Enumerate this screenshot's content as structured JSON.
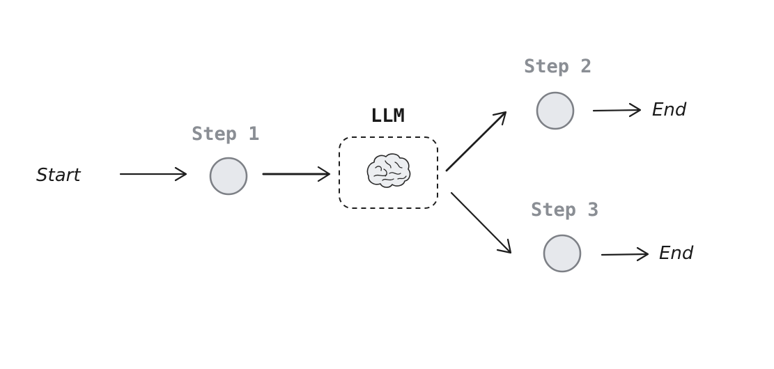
{
  "diagram": {
    "start_label": "Start",
    "llm_label": "LLM",
    "llm_icon": "brain-icon",
    "steps": {
      "step1": "Step 1",
      "step2": "Step 2",
      "step3": "Step 3"
    },
    "end_labels": {
      "top": "End",
      "bottom": "End"
    },
    "colors": {
      "node_fill": "#e6e8ec",
      "node_stroke": "#7d8086",
      "step_label": "#8a8e94",
      "ink": "#1e1e1e"
    }
  }
}
